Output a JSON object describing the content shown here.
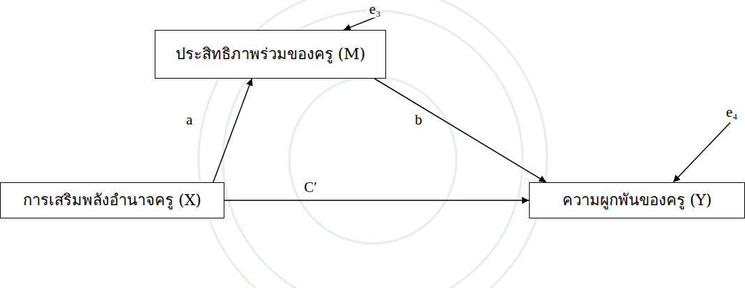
{
  "diagram": {
    "nodes": [
      {
        "text": [
          "ประสิทธิภาพร่วมของครู (M)"
        ]
      },
      {
        "text": [
          "การเสริมพลังอำนาจครู (X)"
        ]
      },
      {
        "text": [
          "ความผูกพันของครู (Y)"
        ]
      }
    ],
    "edges": [
      {
        "from": 1,
        "to": 0,
        "label": "a",
        "arrow": "to"
      },
      {
        "from": 0,
        "to": 2,
        "label": "b",
        "arrow": "to"
      },
      {
        "from": 1,
        "to": 2,
        "label": "C′",
        "arrow": "to"
      }
    ],
    "labels": [
      "e₃",
      "e₄"
    ]
  }
}
